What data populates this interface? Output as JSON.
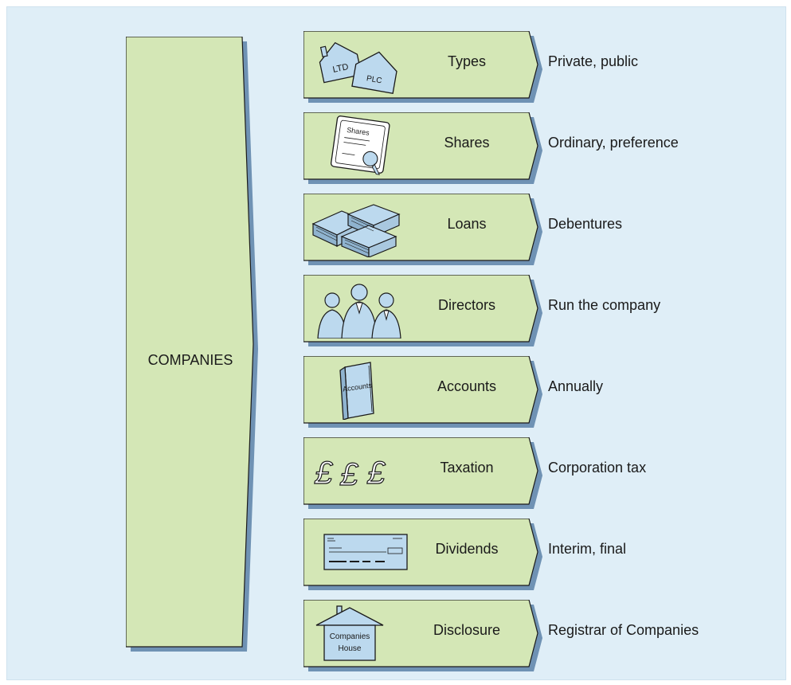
{
  "diagram": {
    "main_label": "COMPANIES",
    "items": [
      {
        "label": "Types",
        "description": "Private, public",
        "icon": "houses-ltd-plc-icon",
        "icon_texts": [
          "LTD",
          "PLC"
        ]
      },
      {
        "label": "Shares",
        "description": "Ordinary, preference",
        "icon": "share-certificate-icon",
        "icon_texts": [
          "Shares"
        ]
      },
      {
        "label": "Loans",
        "description": "Debentures",
        "icon": "money-bundles-icon",
        "icon_texts": []
      },
      {
        "label": "Directors",
        "description": "Run the company",
        "icon": "business-people-icon",
        "icon_texts": []
      },
      {
        "label": "Accounts",
        "description": "Annually",
        "icon": "accounts-book-icon",
        "icon_texts": [
          "Accounts"
        ]
      },
      {
        "label": "Taxation",
        "description": "Corporation tax",
        "icon": "pound-signs-icon",
        "icon_texts": [
          "£",
          "£",
          "£"
        ]
      },
      {
        "label": "Dividends",
        "description": "Interim, final",
        "icon": "cheque-icon",
        "icon_texts": []
      },
      {
        "label": "Disclosure",
        "description": "Registrar of Companies",
        "icon": "companies-house-icon",
        "icon_texts": [
          "Companies",
          "House"
        ]
      }
    ]
  },
  "colors": {
    "background": "#dfeef7",
    "box_fill": "#d4e7b6",
    "shadow": "#6f92b4",
    "icon_fill": "#bcd9ee",
    "stroke": "#1a1a1a"
  }
}
